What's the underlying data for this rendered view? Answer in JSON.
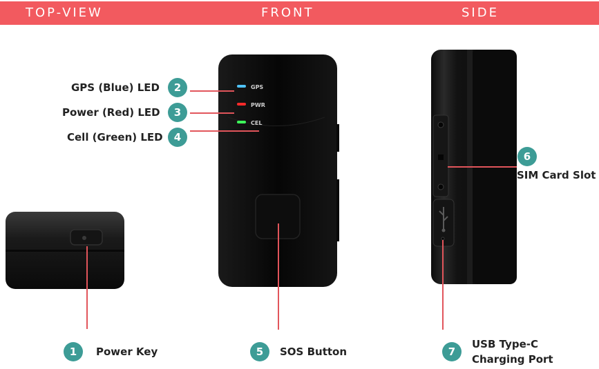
{
  "sections": {
    "top_view": "TOP-VIEW",
    "front": "FRONT",
    "side": "SIDE"
  },
  "leds": {
    "gps": "GPS",
    "pwr": "PWR",
    "cel": "CEL"
  },
  "callouts": [
    {
      "number": "1",
      "label": "Power Key"
    },
    {
      "number": "2",
      "label": "GPS (Blue) LED"
    },
    {
      "number": "3",
      "label": "Power (Red) LED"
    },
    {
      "number": "4",
      "label": "Cell (Green) LED"
    },
    {
      "number": "5",
      "label": "SOS Button"
    },
    {
      "number": "6",
      "label": "SIM Card Slot"
    },
    {
      "number": "7",
      "label_line1": "USB Type-C",
      "label_line2": "Charging Port"
    }
  ],
  "colors": {
    "header": "#f25a5f",
    "badge": "#3d9c96",
    "leader_line": "#e2555b",
    "gps_led": "#4fc3f7",
    "pwr_led": "#ff2a2a",
    "cel_led": "#3dff5a"
  }
}
